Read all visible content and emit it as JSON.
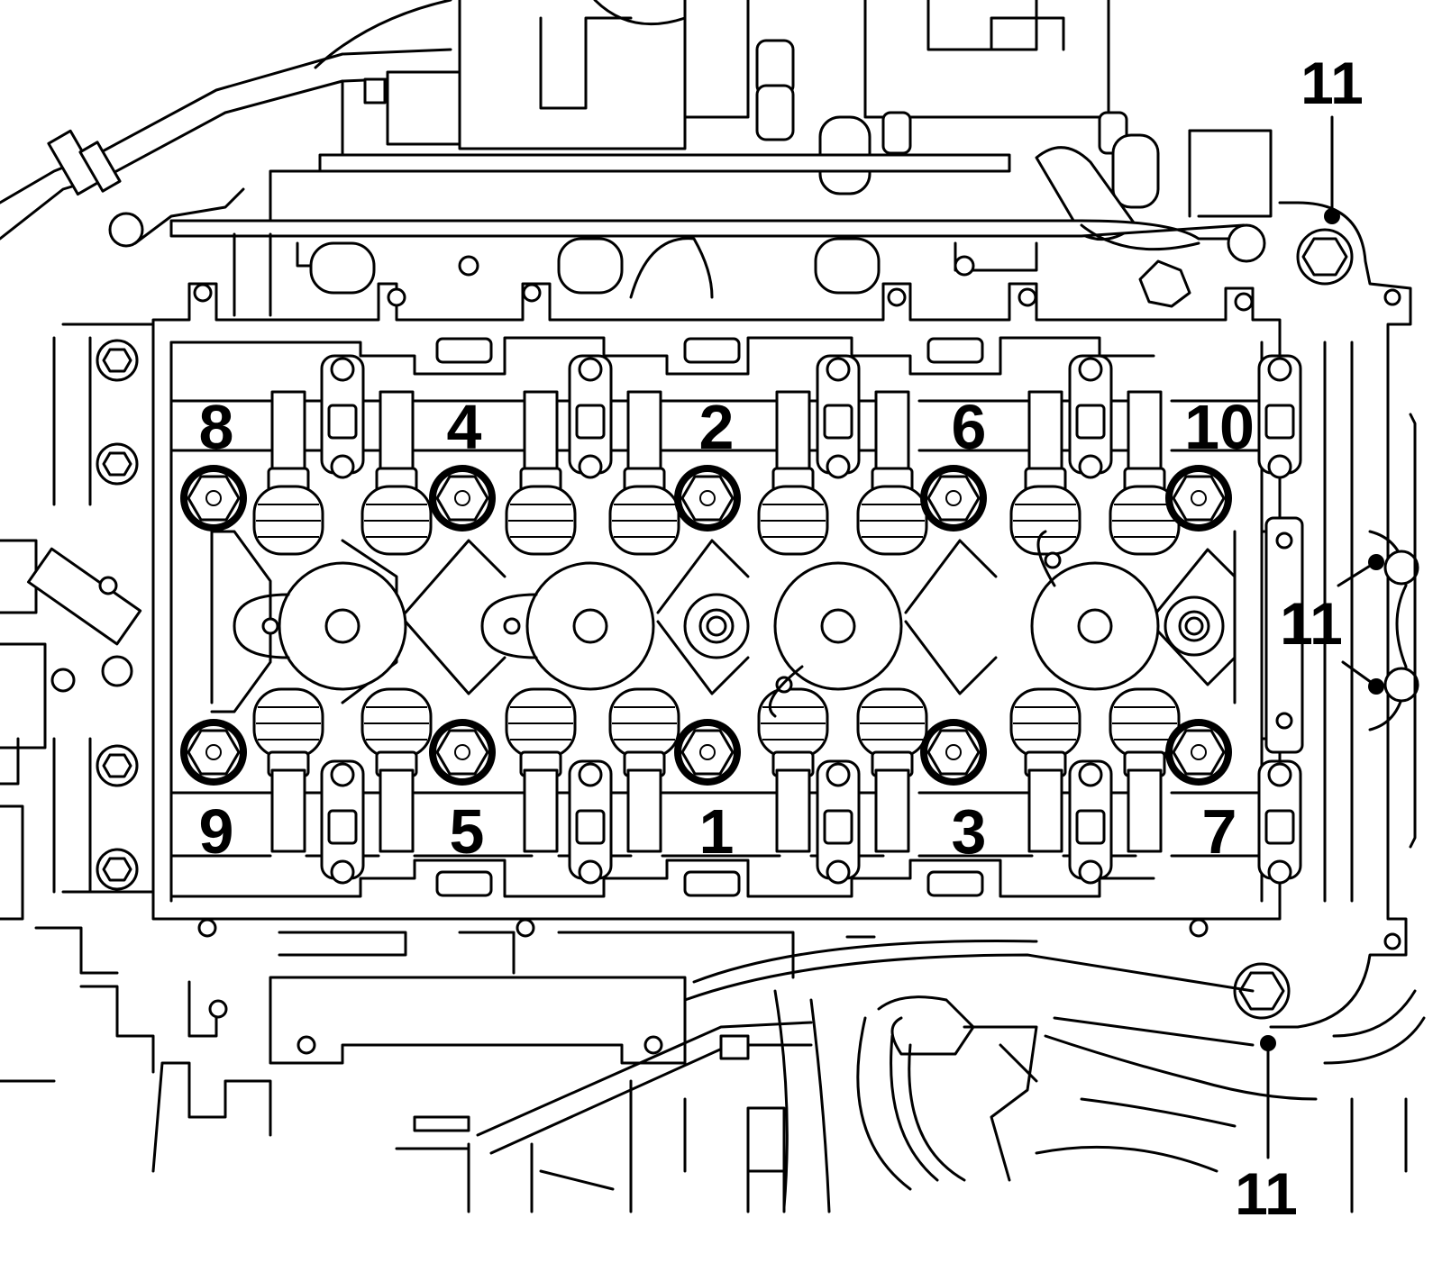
{
  "diagram": {
    "line_color": "#000000",
    "background": "#ffffff",
    "bolt_labels": {
      "b1": "1",
      "b2": "2",
      "b3": "3",
      "b4": "4",
      "b5": "5",
      "b6": "6",
      "b7": "7",
      "b8": "8",
      "b9": "9",
      "b10": "10"
    },
    "extra_bolt_labels": {
      "top_right": "11",
      "right_side": "11",
      "bottom_right": "11"
    }
  }
}
